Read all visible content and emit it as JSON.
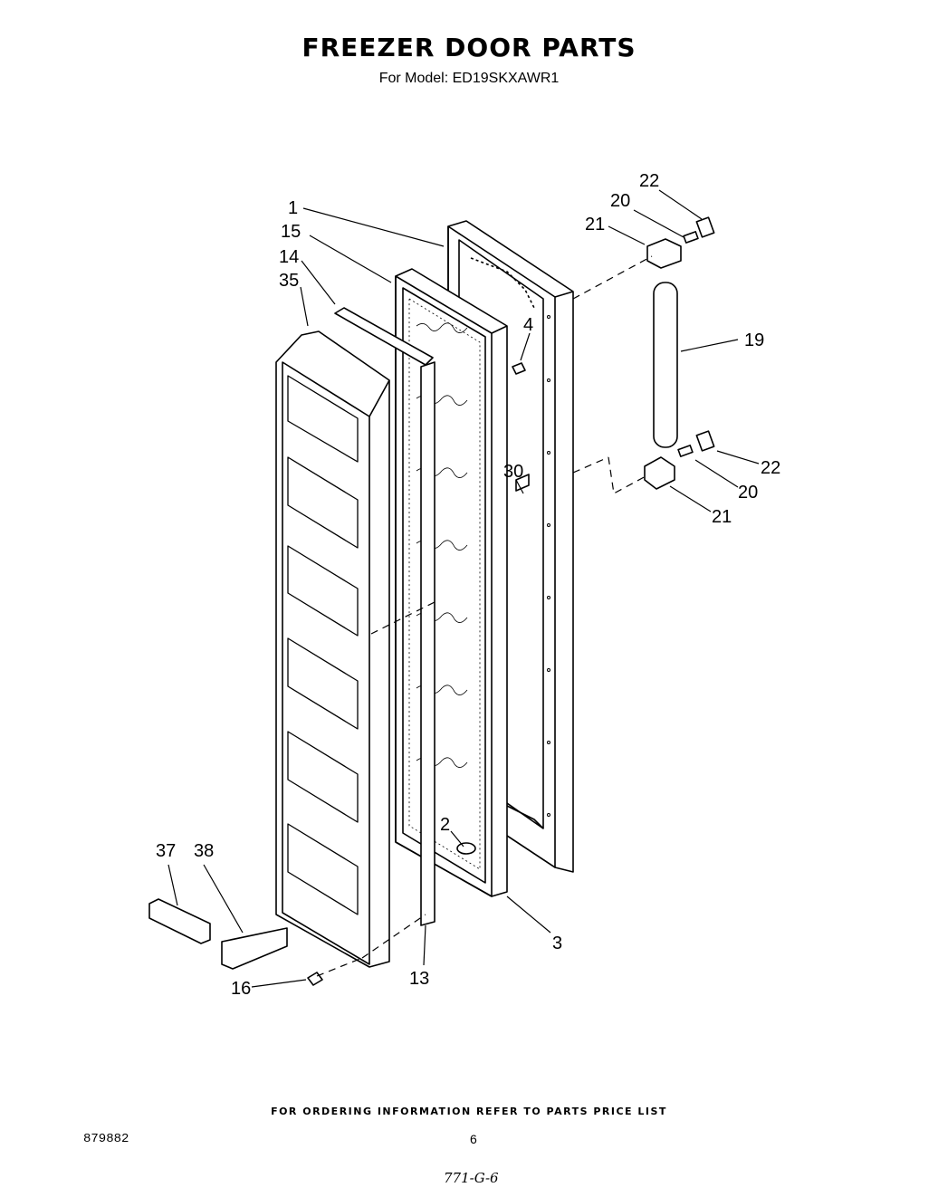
{
  "header": {
    "title": "FREEZER DOOR PARTS",
    "subtitle": "For Model: ED19SKXAWR1"
  },
  "callouts": {
    "c1": "1",
    "c15": "15",
    "c14": "14",
    "c35": "35",
    "c4": "4",
    "c30": "30",
    "c2": "2",
    "c13": "13",
    "c3": "3",
    "c37": "37",
    "c38": "38",
    "c16": "16",
    "c22a": "22",
    "c20a": "20",
    "c21a": "21",
    "c19": "19",
    "c22b": "22",
    "c20b": "20",
    "c21b": "21"
  },
  "footer": {
    "note": "FOR ORDERING INFORMATION REFER TO PARTS PRICE LIST",
    "doc_number": "879882",
    "page_number": "6",
    "handwritten": "771-G-6"
  }
}
